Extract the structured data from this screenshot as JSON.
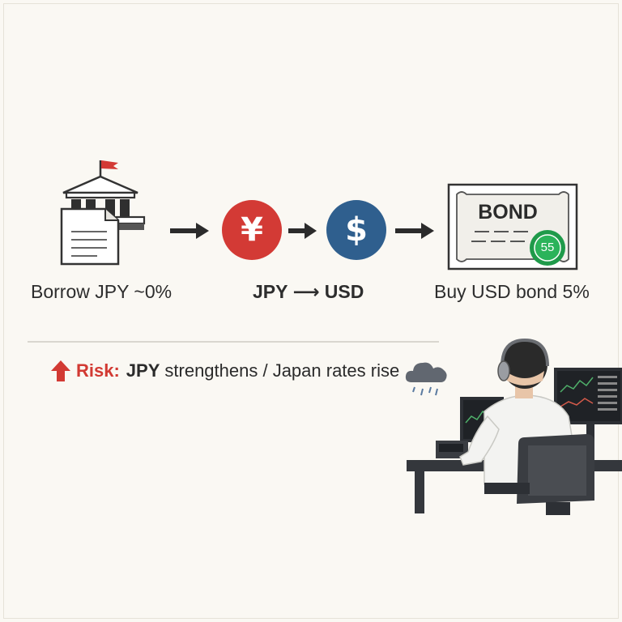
{
  "flow": {
    "step1_label": "Borrow JPY ~0%",
    "step2_label": "JPY ⟶ USD",
    "step3_label": "Buy USD bond 5%",
    "yen_symbol": "¥",
    "usd_symbol": "$",
    "bond_title": "BOND",
    "bond_seal": "55"
  },
  "risk": {
    "label": "Risk:",
    "subject": "JPY",
    "text": "strengthens / Japan rates rise"
  },
  "icons": {
    "bank": "bank-icon",
    "document": "document-icon",
    "yen": "yen-coin-icon",
    "dollar": "dollar-coin-icon",
    "bond": "bond-certificate-icon",
    "risk_arrow": "up-arrow-icon",
    "cloud": "rain-cloud-icon",
    "trader": "trader-at-desk-illustration"
  },
  "colors": {
    "yen": "#d33a35",
    "usd": "#2f5f8e",
    "risk": "#d23a33",
    "seal": "#1f9a4a"
  }
}
